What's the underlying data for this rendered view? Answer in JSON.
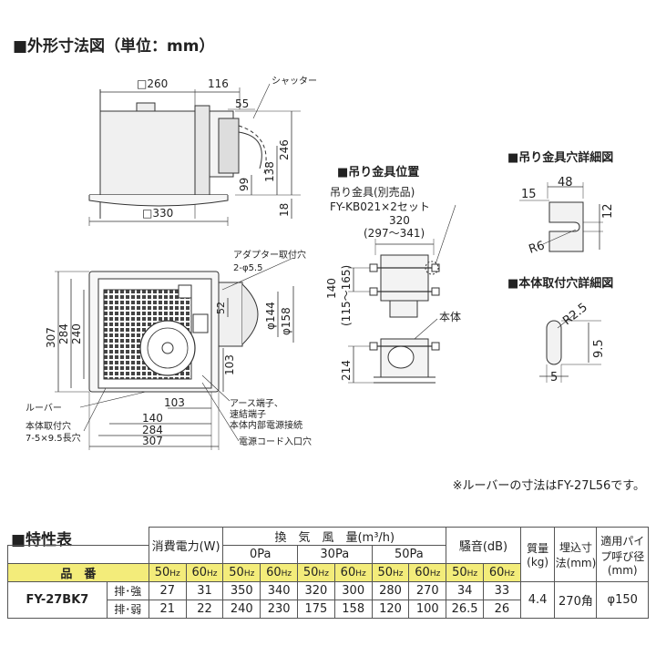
{
  "dimension_section": {
    "heading": "■外形寸法図（単位：mm）",
    "side_view": {
      "top_width": "□260",
      "top_offset": "116",
      "bottom_width": "□330",
      "shutter_label": "シャッター",
      "dim_55": "55",
      "dim_246": "246",
      "dim_138": "138",
      "dim_99": "99",
      "dim_18": "18"
    },
    "bottom_view": {
      "adapter_label": "アダプター取付穴",
      "adapter_holes": "2-φ5.5",
      "dim_307_v": "307",
      "dim_284_v": "284",
      "dim_240_v": "240",
      "dim_52": "52",
      "dim_144": "φ144",
      "dim_158": "φ158",
      "dim_103_v": "103",
      "dim_103_h": "103",
      "dim_140_h": "140",
      "dim_284_h": "284",
      "dim_307_h": "307",
      "louver_label": "ルーバー",
      "mount_hole_label": "本体取付穴",
      "mount_hole_spec": "7-5×9.5長穴",
      "earth_label": "アース端子、",
      "quick_label": "速結端子",
      "internal_label": "本体内部電源接続",
      "cord_label": "電源コード入口穴"
    },
    "hanger_position": {
      "heading": "■吊り金具位置",
      "hanger_label": "吊り金具(別売品)",
      "hanger_model": "FY-KB021×2セット",
      "dim_320": "320",
      "dim_297_341": "(297～341)",
      "dim_140": "140",
      "dim_115_165": "(115～165)",
      "body_label": "本体",
      "dim_214": "214"
    },
    "hanger_hole_detail": {
      "heading": "■吊り金具穴詳細図",
      "dim_48": "48",
      "dim_15": "15",
      "dim_12": "12",
      "dim_r6": "R6"
    },
    "body_hole_detail": {
      "heading": "■本体取付穴詳細図",
      "dim_r25": "R2.5",
      "dim_95": "9.5",
      "dim_5": "5"
    },
    "louver_note": "※ルーバーの寸法はFY-27L56です。"
  },
  "spec_section": {
    "heading": "■特性表",
    "headers": {
      "power": "消費電力(W)",
      "airflow": "換　気　風　量(m³/h)",
      "pa0": "0Pa",
      "pa30": "30Pa",
      "pa50": "50Pa",
      "noise": "騒音(dB)",
      "mass": "質量(kg)",
      "embed": "埋込寸法(mm)",
      "pipe": "適用パイプ呼び径(mm)",
      "model": "品　番",
      "hz50": "50",
      "hz60": "60",
      "hz_unit": "Hz"
    },
    "model": "FY-27BK7",
    "mass": "4.4",
    "embed": "270角",
    "pipe": "φ150",
    "rows": [
      {
        "mode": "排･強",
        "values": [
          "27",
          "31",
          "350",
          "340",
          "320",
          "300",
          "280",
          "270",
          "34",
          "33"
        ]
      },
      {
        "mode": "排･弱",
        "values": [
          "21",
          "22",
          "240",
          "230",
          "175",
          "158",
          "120",
          "100",
          "26.5",
          "26"
        ]
      }
    ]
  }
}
